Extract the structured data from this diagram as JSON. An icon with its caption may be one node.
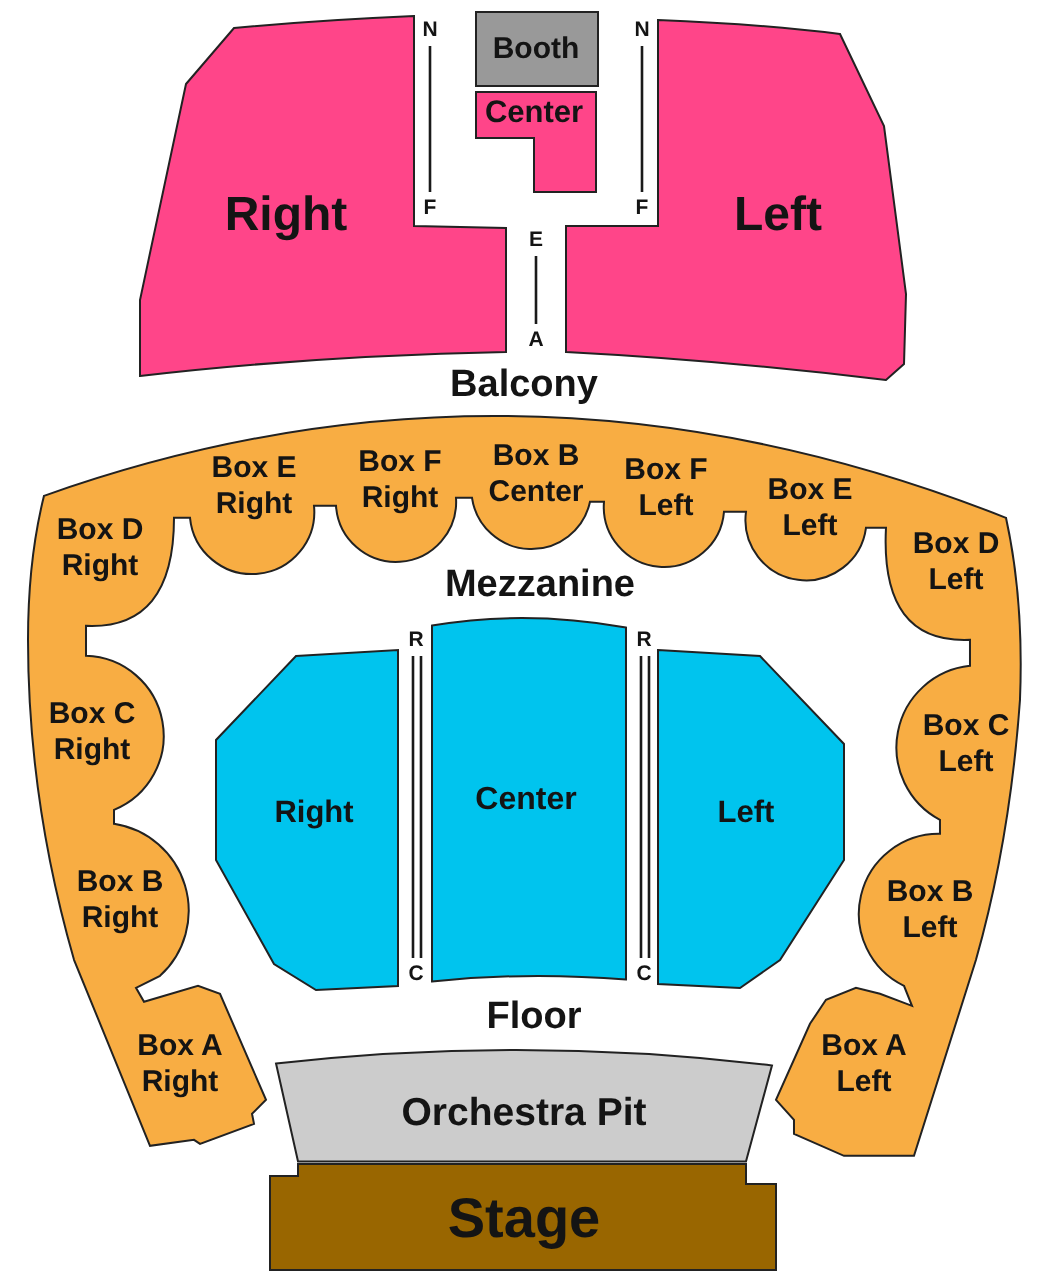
{
  "diagram": {
    "nodes": [
      {
        "text": [
          "Booth"
        ]
      },
      {
        "text": [
          "Center"
        ]
      },
      {
        "text": [
          "Right"
        ]
      },
      {
        "text": [
          "Left"
        ]
      },
      {
        "text": [],
        "shape": "band"
      },
      {
        "text": [
          "Box D Right"
        ],
        "in": 4
      },
      {
        "text": [
          "Box E Right"
        ],
        "in": 4
      },
      {
        "text": [
          "Box F Right"
        ],
        "in": 4
      },
      {
        "text": [
          "Box B Center"
        ],
        "in": 4
      },
      {
        "text": [
          "Box F Left"
        ],
        "in": 4
      },
      {
        "text": [
          "Box E Left"
        ],
        "in": 4
      },
      {
        "text": [
          "Box D Left"
        ],
        "in": 4
      },
      {
        "text": [
          "Box C Right"
        ],
        "in": 4
      },
      {
        "text": [
          "Right"
        ]
      },
      {
        "text": [
          "Center"
        ]
      },
      {
        "text": [
          "Left"
        ]
      },
      {
        "text": [
          "Box C Left"
        ],
        "in": 4
      },
      {
        "text": [
          "Box B Right"
        ],
        "in": 4
      },
      {
        "text": [
          "Box B Left"
        ],
        "in": 4
      },
      {
        "text": [
          "Box A Right"
        ],
        "in": 4
      },
      {
        "text": [
          "Box A Left"
        ],
        "in": 4
      },
      {
        "text": [
          "Orchestra Pit"
        ]
      },
      {
        "text": [
          "Stage"
        ]
      }
    ],
    "labels": [
      "N",
      "N",
      "F",
      "F",
      "E",
      "A",
      "Balcony",
      "Mezzanine",
      "R",
      "R",
      "C",
      "C",
      "Floor"
    ]
  }
}
